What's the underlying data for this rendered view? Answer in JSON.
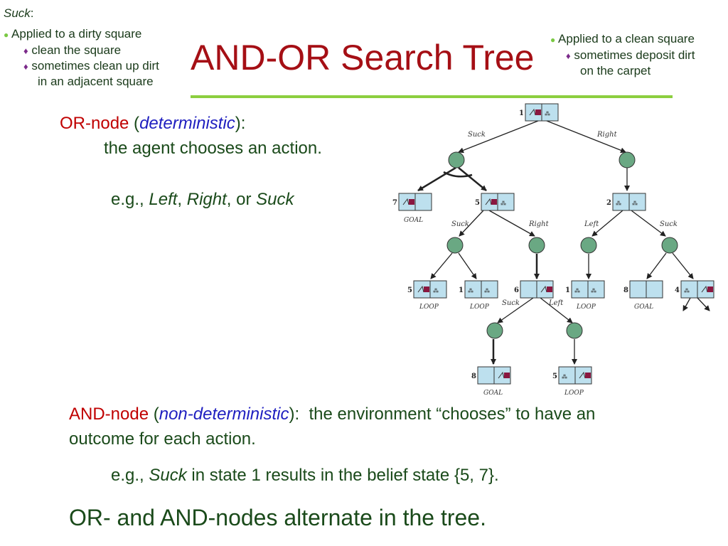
{
  "suck_note": {
    "title": "Suck",
    "colon": ":",
    "dirty": "Applied to a dirty square",
    "dirty_items": [
      "clean the square",
      "sometimes clean up dirt",
      "in an adjacent square"
    ],
    "clean": "Applied to a clean square",
    "clean_items": [
      "sometimes deposit dirt",
      "on the carpet"
    ]
  },
  "title": "AND-OR Search Tree",
  "or_node": {
    "label": "OR-node",
    "open": " (",
    "kind": "deterministic",
    "close": "):",
    "desc": "the agent chooses an action.",
    "eg_prefix": "e.g., ",
    "a1": "Left",
    "sep1": ", ",
    "a2": "Right",
    "sep2": ", or ",
    "a3": "Suck"
  },
  "and_node": {
    "label": "AND-node",
    "open": " (",
    "kind": "non-deterministic",
    "close": "):",
    "desc1": "the environment “chooses” to have an",
    "desc2": "outcome for each action.",
    "eg_prefix": "e.g., ",
    "eg_action": "Suck",
    "eg_rest": " in state 1 results in the belief state {5, 7}."
  },
  "footer": "OR- and AND-nodes alternate in the tree.",
  "tree": {
    "colors": {
      "and_node": "#6aa883",
      "state_box": "#bde0ee",
      "edge": "#222222"
    },
    "edge_labels": {
      "root_suck": "Suck",
      "root_right": "Right",
      "s5_suck": "Suck",
      "s5_right": "Right",
      "s2_left": "Left",
      "s2_suck": "Suck",
      "s6_suck": "Suck",
      "s6_left": "Left"
    },
    "states": {
      "root": "1",
      "s7": "7",
      "s5": "5",
      "s2": "2",
      "l5": "5",
      "l1": "1",
      "s6": "6",
      "r1": "1",
      "r8": "8",
      "r4": "4",
      "b8": "8",
      "b5": "5"
    },
    "leaf_labels": {
      "goal_7": "GOAL",
      "loop_5": "LOOP",
      "loop_1": "LOOP",
      "loop_r1": "LOOP",
      "goal_8": "GOAL",
      "goal_b8": "GOAL",
      "loop_b5": "LOOP"
    }
  }
}
